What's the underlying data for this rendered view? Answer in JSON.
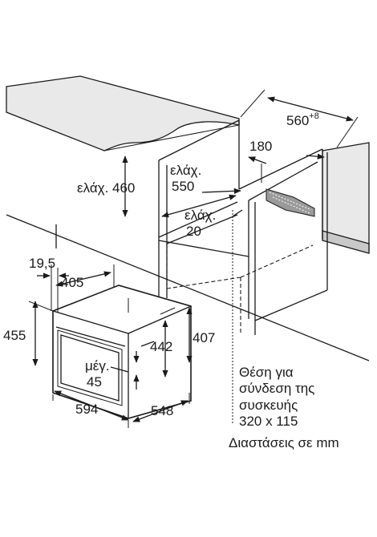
{
  "dimensions": {
    "depth_niche_sup": "+8",
    "depth_niche": "560",
    "cable_offset": "180",
    "min_height_label": "ελάχ. 460",
    "min_depth_label_1": "ελάχ.",
    "min_depth_value": "550",
    "min_gap_label_1": "ελάχ.",
    "min_gap_value": "20",
    "front_offset": "19,5",
    "handle_depth": "405",
    "height_total": "455",
    "height_inner": "442",
    "height_side": "407",
    "max_label": "μέγ.",
    "max_value": "45",
    "width": "594",
    "depth": "548"
  },
  "caption": {
    "line1": "Θέση για",
    "line2": "σύνδεση της",
    "line3": "συσκευής",
    "line4": "320 x 115",
    "units": "Διαστάσεις σε mm"
  }
}
